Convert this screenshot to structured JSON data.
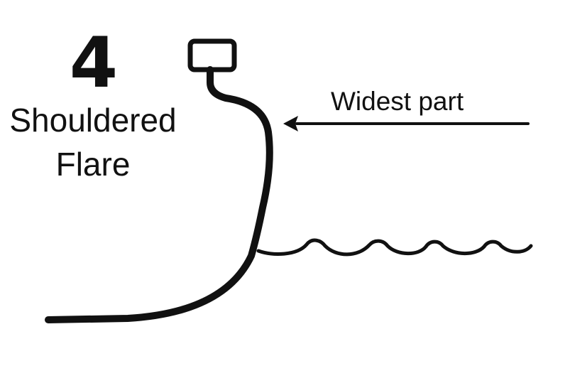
{
  "diagram": {
    "number": "4",
    "title_line1": "Shouldered",
    "title_line2": "Flare",
    "annotation": "Widest part",
    "colors": {
      "ink": "#111111",
      "background": "#ffffff"
    }
  }
}
